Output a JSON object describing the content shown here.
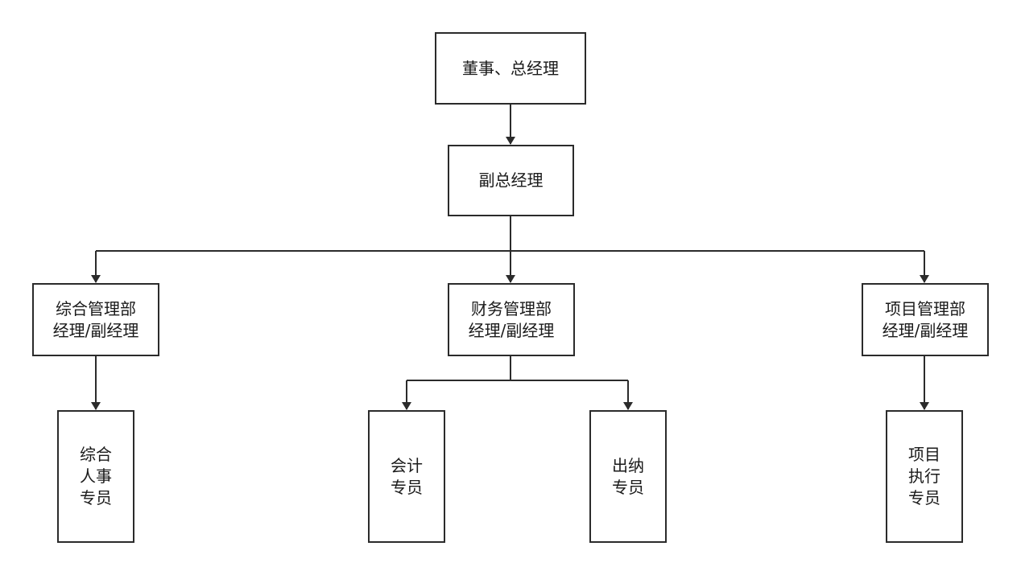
{
  "nodes": {
    "ceo": {
      "lines": [
        "董事、总经理"
      ]
    },
    "deputy_gm": {
      "lines": [
        "副总经理"
      ]
    },
    "admin_dept": {
      "lines": [
        "综合管理部",
        "经理/副经理"
      ]
    },
    "finance_dept": {
      "lines": [
        "财务管理部",
        "经理/副经理"
      ]
    },
    "project_dept": {
      "lines": [
        "项目管理部",
        "经理/副经理"
      ]
    },
    "hr_staff": {
      "lines": [
        "综合",
        "人事",
        "专员"
      ]
    },
    "accountant": {
      "lines": [
        "会计",
        "专员"
      ]
    },
    "cashier": {
      "lines": [
        "出纳",
        "专员"
      ]
    },
    "project_staff": {
      "lines": [
        "项目",
        "执行",
        "专员"
      ]
    }
  }
}
